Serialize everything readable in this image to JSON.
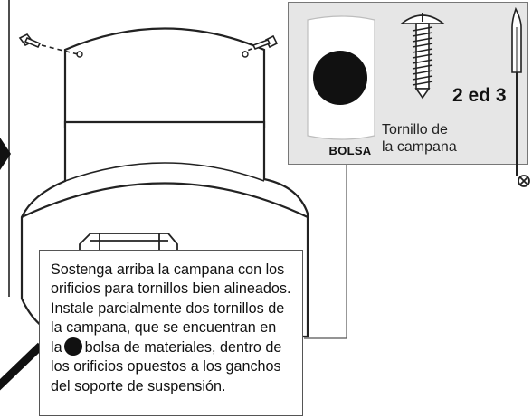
{
  "inset": {
    "bag_label": "BOLSA",
    "screw_caption": "Tornillo de\nla campana",
    "quantity": "2 ed 3"
  },
  "instruction": {
    "line1": "Sostenga arriba la campana con los",
    "line2": "orificios para tornillos bien alineados.",
    "line3": "Instale parcialmente dos tornillos de",
    "line4": "la campana, que se encuentran en",
    "line5a": "la",
    "line5b": "bolsa de materiales, dentro de",
    "line6": "los orificios opuestos a los ganchos",
    "line7": "del soporte de suspensión."
  },
  "icons": [
    "bag-dot-icon",
    "screw-icon",
    "screwdriver-icon",
    "phillips-tip-icon"
  ],
  "colors": {
    "inset_bg": "#e6e6e6",
    "ink": "#111111"
  }
}
